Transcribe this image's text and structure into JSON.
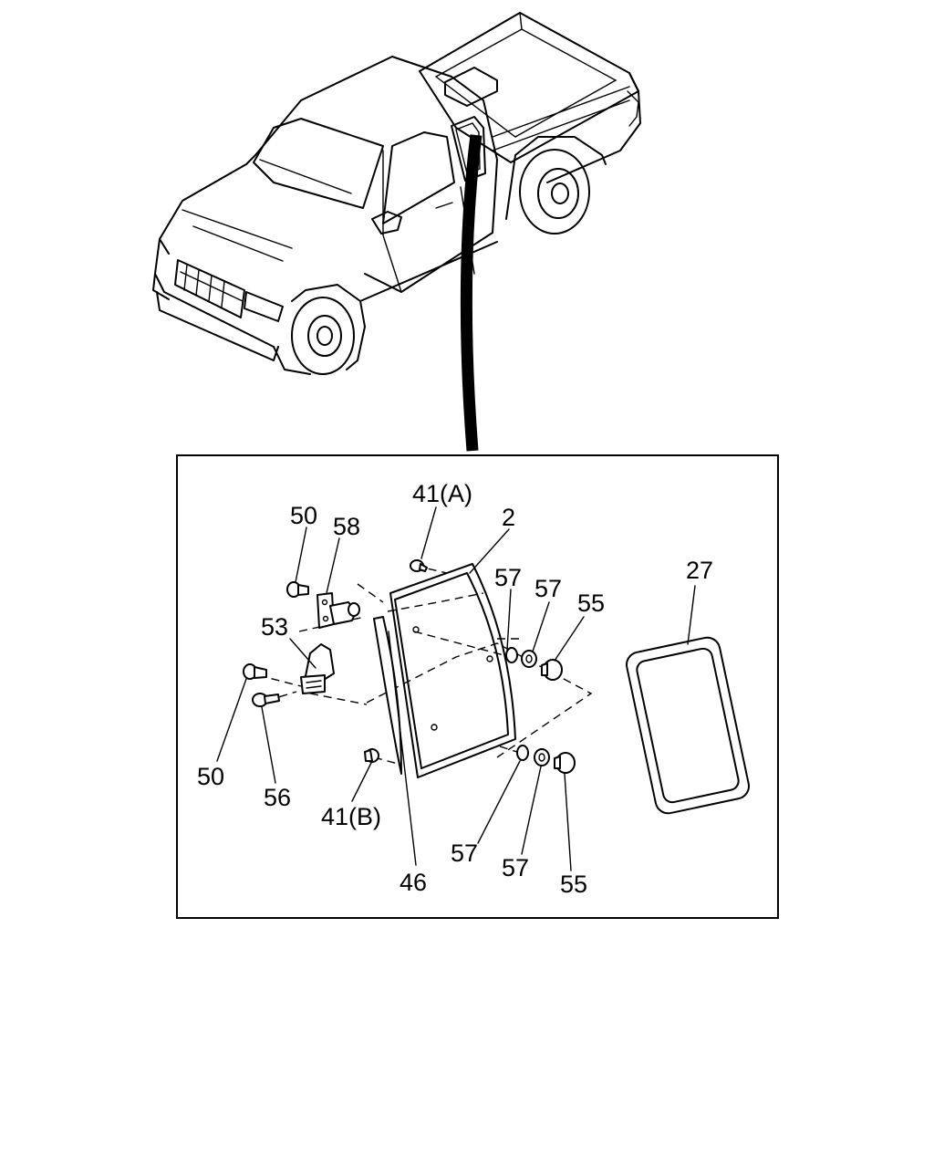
{
  "callouts": {
    "c41a": "41(A)",
    "c2": "2",
    "c50a": "50",
    "c58": "58",
    "c57a": "57",
    "c57b": "57",
    "c55a": "55",
    "c27": "27",
    "c53": "53",
    "c50b": "50",
    "c56": "56",
    "c41b": "41(B)",
    "c57c": "57",
    "c57d": "57",
    "c46": "46",
    "c55b": "55"
  }
}
